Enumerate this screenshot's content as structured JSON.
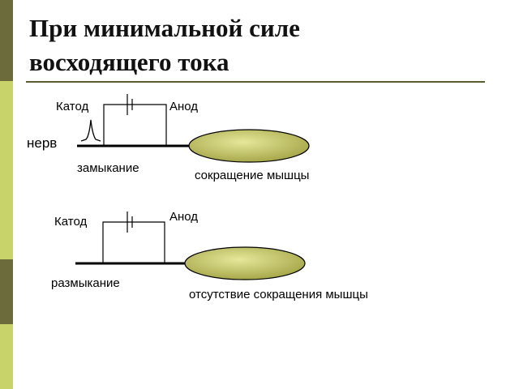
{
  "slide": {
    "title_line1": "При минимальной силе",
    "title_line2": "восходящего тока"
  },
  "theme": {
    "sidebar_colors": [
      "#6b6b3c",
      "#c8d36a",
      "#6b6b3c",
      "#c8d36a"
    ],
    "rule_color": "#5c5c33",
    "muscle_fill": "#9a9a3a",
    "muscle_highlight": "#e6e89a",
    "line_color": "#000000"
  },
  "diagram": {
    "closing": {
      "cathode": "Катод",
      "anode": "Анод",
      "nerve": "нерв",
      "event": "замыкание",
      "result": "сокращение мышцы",
      "spike_shown": true
    },
    "opening": {
      "cathode": "Катод",
      "anode": "Анод",
      "event": "размыкание",
      "result": "отсутствие сокращения мышцы",
      "spike_shown": false
    }
  }
}
